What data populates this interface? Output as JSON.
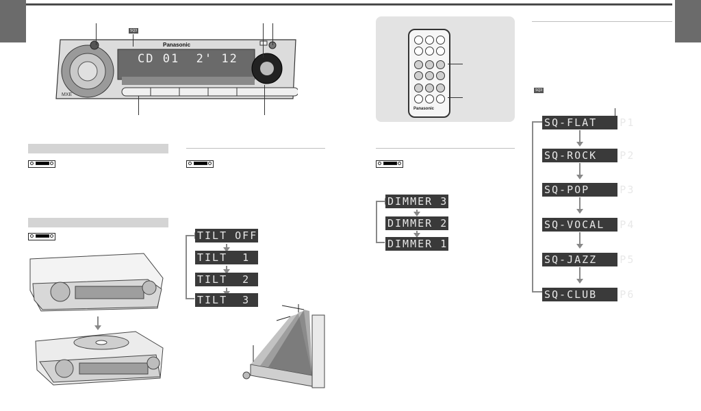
{
  "left_page": {
    "unit_display": "CD 01  2' 12",
    "brand": "Panasonic",
    "tag_label": "SQ3"
  },
  "middle_page": {
    "tilt_sequence": [
      "TILT OFF",
      "TILT  1",
      "TILT  2",
      "TILT  3"
    ]
  },
  "right_left_page": {
    "remote_brand": "Panasonic",
    "dimmer_sequence": [
      "DIMMER 3",
      "DIMMER 2",
      "DIMMER 1"
    ]
  },
  "right_page": {
    "tag_label": "SQ3",
    "sq_sequence": [
      "SQ-FLAT   P1",
      "SQ-ROCK   P2",
      "SQ-POP    P3",
      "SQ-VOCAL  P4",
      "SQ-JAZZ   P5",
      "SQ-CLUB   P6"
    ]
  },
  "colors": {
    "lcd_bg": "#3a3a3a",
    "lcd_text": "#e8e8e8",
    "tab": "#6b6b6b",
    "section_bar": "#d4d4d4"
  }
}
